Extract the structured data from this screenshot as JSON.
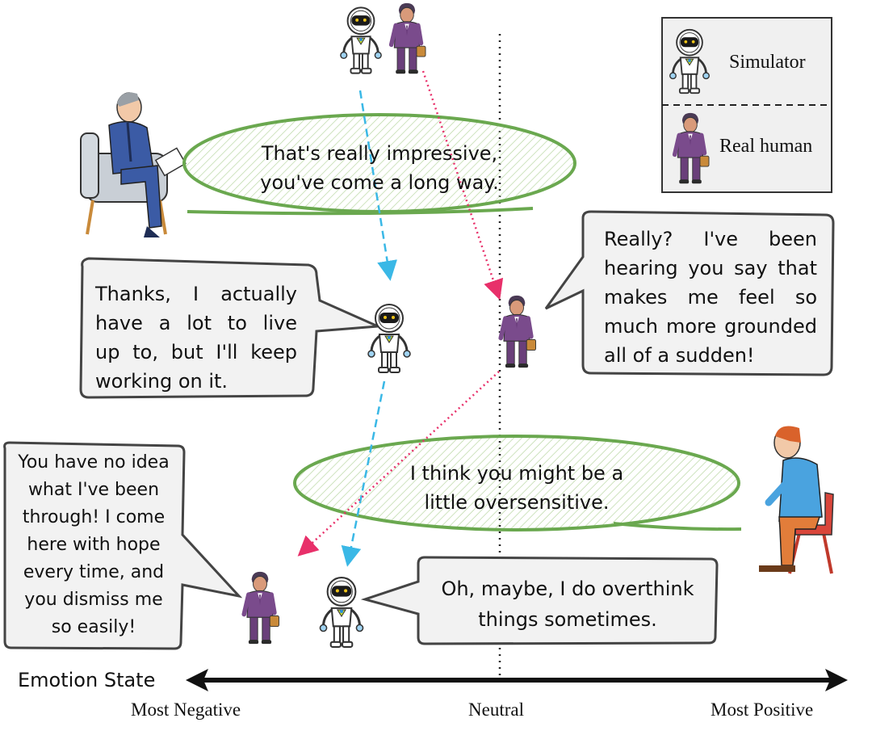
{
  "legend": {
    "simulator_label": "Simulator",
    "human_label": "Real human"
  },
  "therapist_bubbles": {
    "top": [
      "That's really impressive,",
      "you've come a long way."
    ],
    "bottom": [
      "I think you might be a",
      "little oversensitive."
    ]
  },
  "responses": {
    "simulator_1": [
      "Thanks, I actually",
      "have a lot to live",
      "up to, but I'll keep",
      "working on it."
    ],
    "human_1": [
      "Really? I've been",
      "hearing you say that",
      "makes me feel so",
      "much more grounded",
      "all of a sudden!"
    ],
    "human_2": [
      "You have no idea",
      "what I've been",
      "through! I come",
      "here with hope",
      "every time, and",
      "you dismiss me",
      "so easily!"
    ],
    "simulator_2": [
      "Oh, maybe, I do overthink",
      "things sometimes."
    ]
  },
  "axis": {
    "title": "Emotion State",
    "negative": "Most Negative",
    "neutral": "Neutral",
    "positive": "Most Positive"
  },
  "colors": {
    "simulator_arrow": "#3ab8e6",
    "human_arrow": "#e8306a",
    "bubble_green": "#6aa84f",
    "human_suit": "#7a4b8c",
    "box_stroke": "#555555"
  },
  "icons": [
    "robot-icon",
    "human-icon",
    "therapist-icon",
    "briefcase-icon"
  ]
}
